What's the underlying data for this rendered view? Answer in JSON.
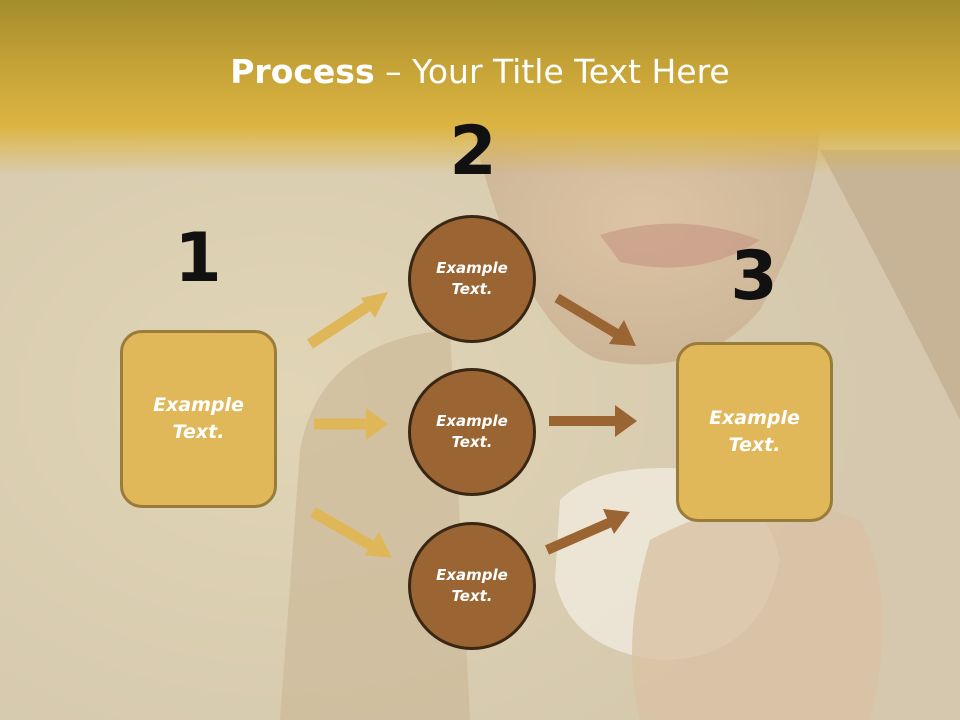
{
  "slide": {
    "title_bold": "Process",
    "title_separator": "–",
    "title_rest": "Your Title Text Here"
  },
  "steps": {
    "step1": {
      "number": "1",
      "label_line1": "Example",
      "label_line2": "Text."
    },
    "step2": {
      "number": "2",
      "circles": [
        {
          "label_line1": "Example",
          "label_line2": "Text."
        },
        {
          "label_line1": "Example",
          "label_line2": "Text."
        },
        {
          "label_line1": "Example",
          "label_line2": "Text."
        }
      ]
    },
    "step3": {
      "number": "3",
      "label_line1": "Example",
      "label_line2": "Text."
    }
  },
  "colors": {
    "title_band": "#d8b03f",
    "box_fill": "#e0b85a",
    "box_border": "#9a7c3a",
    "circle_fill": "#9a6532",
    "circle_border": "#3a2614",
    "arrow_gold": "#dfb758",
    "arrow_brown": "#9a6533"
  },
  "icons": {
    "arrow_in": "arrow-right-icon",
    "arrow_out": "arrow-right-icon"
  }
}
